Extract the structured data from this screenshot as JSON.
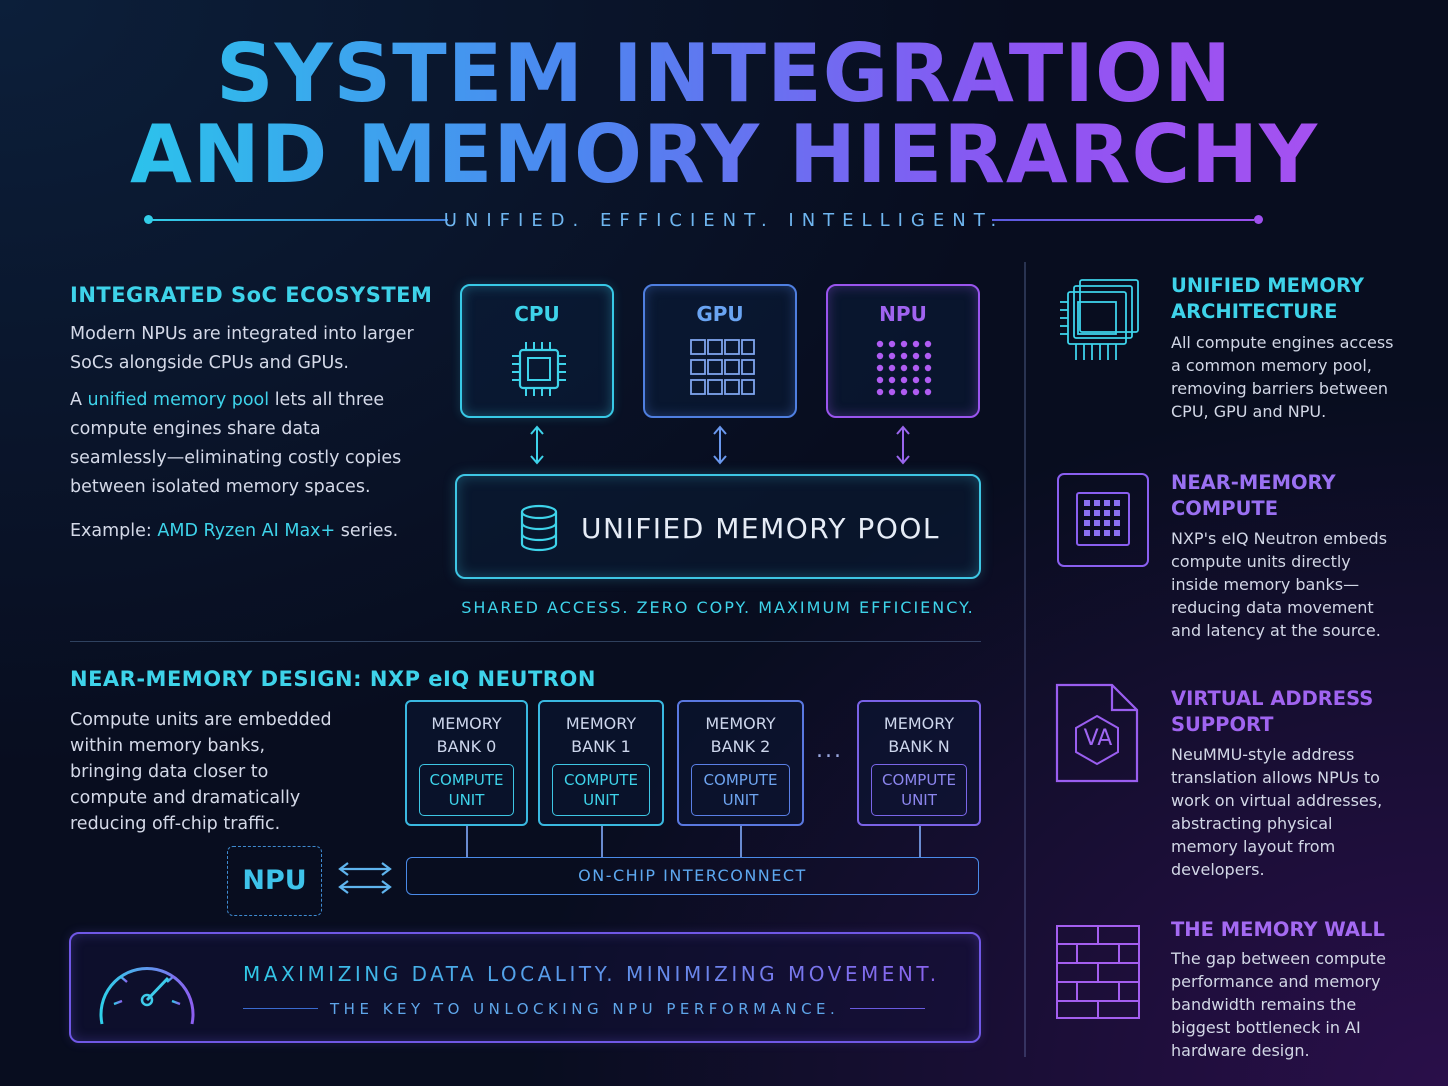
{
  "header": {
    "title_line1": "SYSTEM INTEGRATION",
    "title_line2": "AND MEMORY HIERARCHY",
    "tagline": "UNIFIED. EFFICIENT. INTELLIGENT."
  },
  "soc": {
    "heading": "INTEGRATED SoC ECOSYSTEM",
    "para1": "Modern NPUs are integrated into larger SoCs alongside CPUs and GPUs.",
    "para2_pre": "A ",
    "para2_highlight": "unified memory pool",
    "para2_post": " lets all three compute engines share data seamlessly—eliminating costly copies between isolated memory spaces.",
    "example_pre": "Example: ",
    "example_highlight": "AMD Ryzen AI Max+",
    "example_post": " series."
  },
  "engines": [
    {
      "label": "CPU",
      "icon": "cpu-chip-icon"
    },
    {
      "label": "GPU",
      "icon": "gpu-grid-icon"
    },
    {
      "label": "NPU",
      "icon": "npu-dots-icon"
    }
  ],
  "pool": {
    "label": "UNIFIED MEMORY POOL",
    "icon": "database-icon",
    "subtitle": "SHARED ACCESS. ZERO COPY. MAXIMUM EFFICIENCY."
  },
  "near_memory": {
    "heading": "NEAR-MEMORY DESIGN: NXP eIQ NEUTRON",
    "body": "Compute units are embedded within memory banks, bringing data closer to compute and dramatically reducing off-chip traffic.",
    "banks": [
      {
        "line1": "MEMORY",
        "line2": "BANK 0",
        "cu1": "COMPUTE",
        "cu2": "UNIT"
      },
      {
        "line1": "MEMORY",
        "line2": "BANK 1",
        "cu1": "COMPUTE",
        "cu2": "UNIT"
      },
      {
        "line1": "MEMORY",
        "line2": "BANK 2",
        "cu1": "COMPUTE",
        "cu2": "UNIT"
      },
      {
        "line1": "MEMORY",
        "line2": "BANK N",
        "cu1": "COMPUTE",
        "cu2": "UNIT"
      }
    ],
    "ellipsis": "...",
    "interconnect": "ON-CHIP INTERCONNECT",
    "npu": "NPU"
  },
  "banner": {
    "headline": "MAXIMIZING DATA LOCALITY. MINIMIZING MOVEMENT.",
    "sub": "THE KEY TO UNLOCKING NPU PERFORMANCE.",
    "icon": "speedometer-icon"
  },
  "right": [
    {
      "h1": "UNIFIED MEMORY",
      "h2": "ARCHITECTURE",
      "body": "All compute engines access a common memory pool, removing barriers between CPU, GPU and NPU.",
      "icon": "stacked-chip-icon"
    },
    {
      "h1": "NEAR-MEMORY",
      "h2": "COMPUTE",
      "body": "NXP's eIQ Neutron embeds compute units directly inside memory banks—reducing data movement and latency at the source.",
      "icon": "memory-grid-icon"
    },
    {
      "h1": "VIRTUAL ADDRESS",
      "h2": "SUPPORT",
      "body": "NeuMMU-style address translation allows NPUs to work on virtual addresses, abstracting physical memory layout from developers.",
      "icon": "va-document-icon",
      "icon_text": "VA"
    },
    {
      "h1": "THE MEMORY WALL",
      "h2": "",
      "body": "The gap between compute performance and memory bandwidth remains the biggest bottleneck in AI hardware design.",
      "icon": "brick-wall-icon"
    }
  ],
  "colors": {
    "cyan": "#3ed3ea",
    "violet": "#a064f0",
    "blue": "#4d86f0",
    "background": "#080d1f"
  }
}
